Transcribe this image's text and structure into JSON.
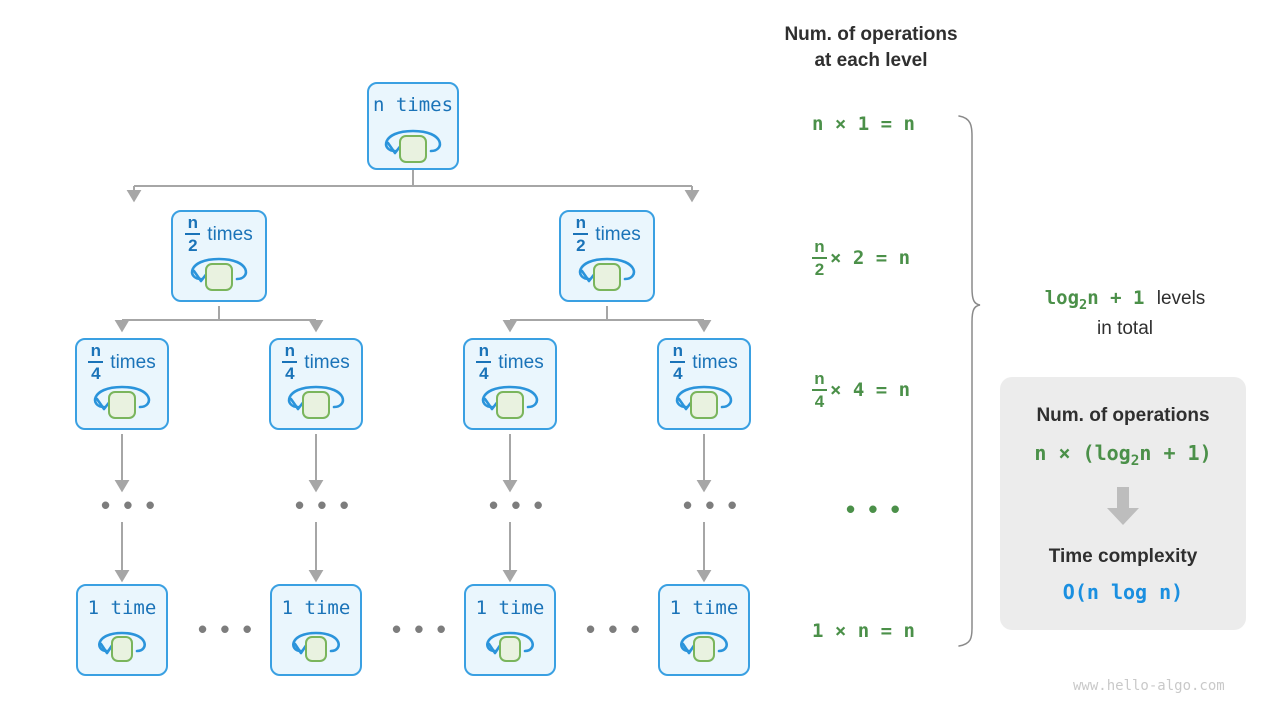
{
  "tree": {
    "levels": [
      {
        "id": "level-1",
        "nodes": [
          {
            "label_type": "mono",
            "text": "n times"
          }
        ]
      },
      {
        "id": "level-2",
        "nodes": [
          {
            "label_type": "fraction",
            "numerator": "n",
            "denominator": "2",
            "word": "times"
          },
          {
            "label_type": "fraction",
            "numerator": "n",
            "denominator": "2",
            "word": "times"
          }
        ]
      },
      {
        "id": "level-3",
        "nodes": [
          {
            "label_type": "fraction",
            "numerator": "n",
            "denominator": "4",
            "word": "times"
          },
          {
            "label_type": "fraction",
            "numerator": "n",
            "denominator": "4",
            "word": "times"
          },
          {
            "label_type": "fraction",
            "numerator": "n",
            "denominator": "4",
            "word": "times"
          },
          {
            "label_type": "fraction",
            "numerator": "n",
            "denominator": "4",
            "word": "times"
          }
        ]
      },
      {
        "id": "level-ellipsis",
        "ellipsis": "• • •",
        "count": 4
      },
      {
        "id": "level-last",
        "nodes": [
          {
            "label_type": "mono",
            "text": "1 time"
          },
          {
            "label_type": "mono",
            "text": "1 time"
          },
          {
            "label_type": "mono",
            "text": "1 time"
          },
          {
            "label_type": "mono",
            "text": "1 time"
          }
        ],
        "between_ellipsis": "• • •"
      }
    ]
  },
  "ops_column": {
    "title_line1": "Num. of operations",
    "title_line2": "at each level",
    "rows": [
      {
        "id": "row-1",
        "kind": "plain",
        "text": "n × 1 = n"
      },
      {
        "id": "row-2",
        "kind": "fraction",
        "numerator": "n",
        "denominator": "2",
        "rest": "× 2 = n"
      },
      {
        "id": "row-3",
        "kind": "fraction",
        "numerator": "n",
        "denominator": "4",
        "rest": "× 4 = n"
      },
      {
        "id": "row-4",
        "kind": "ellipsis",
        "text": "• • •"
      },
      {
        "id": "row-5",
        "kind": "plain",
        "text": "1 × n = n"
      }
    ]
  },
  "levels_note": {
    "formula_base": "log",
    "formula_sub": "2",
    "formula_tail": "n + 1",
    "text_line1": "levels",
    "text_line2": "in total"
  },
  "summary_card": {
    "heading_1": "Num. of operations",
    "formula_prefix": "n × (log",
    "formula_sub": "2",
    "formula_suffix": "n + 1)",
    "arrow_icon": "down-arrow-icon",
    "heading_2": "Time complexity",
    "result": "O(n log n)"
  },
  "watermark": "www.hello-algo.com",
  "colors": {
    "node_fill": "#eaf6fd",
    "node_border": "#3aa0e2",
    "node_text": "#1a73b8",
    "inner_square_fill": "#e9f2e0",
    "inner_square_border": "#7ab55c",
    "wire": "#a6a6a6",
    "green": "#4b9049",
    "blue": "#1a8fe0",
    "dark": "#2f2f2f",
    "card_bg": "#ececec",
    "watermark": "#c9c9c9"
  }
}
